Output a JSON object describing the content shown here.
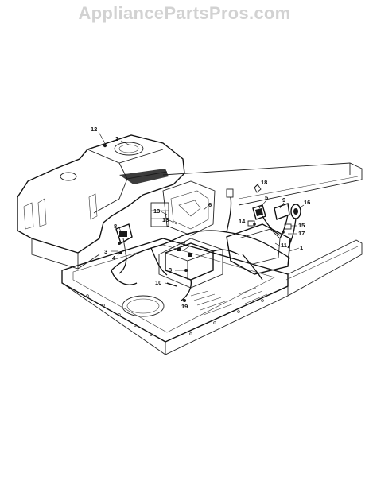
{
  "watermark": "AppliancePartsPros.com",
  "callouts": [
    {
      "id": "c12",
      "label": "12"
    },
    {
      "id": "c2",
      "label": "2"
    },
    {
      "id": "c18",
      "label": "18"
    },
    {
      "id": "c5",
      "label": "5"
    },
    {
      "id": "c9",
      "label": "9"
    },
    {
      "id": "c16",
      "label": "16"
    },
    {
      "id": "c13a",
      "label": "13"
    },
    {
      "id": "c13b",
      "label": "13"
    },
    {
      "id": "c6",
      "label": "6"
    },
    {
      "id": "c8",
      "label": "8"
    },
    {
      "id": "c14",
      "label": "14"
    },
    {
      "id": "c15",
      "label": "15"
    },
    {
      "id": "c17",
      "label": "17"
    },
    {
      "id": "c7",
      "label": "7"
    },
    {
      "id": "c11",
      "label": "11"
    },
    {
      "id": "c1",
      "label": "1"
    },
    {
      "id": "c3a",
      "label": "3"
    },
    {
      "id": "c4",
      "label": "4"
    },
    {
      "id": "c3b",
      "label": "3"
    },
    {
      "id": "c10",
      "label": "10"
    },
    {
      "id": "c19",
      "label": "19"
    }
  ]
}
